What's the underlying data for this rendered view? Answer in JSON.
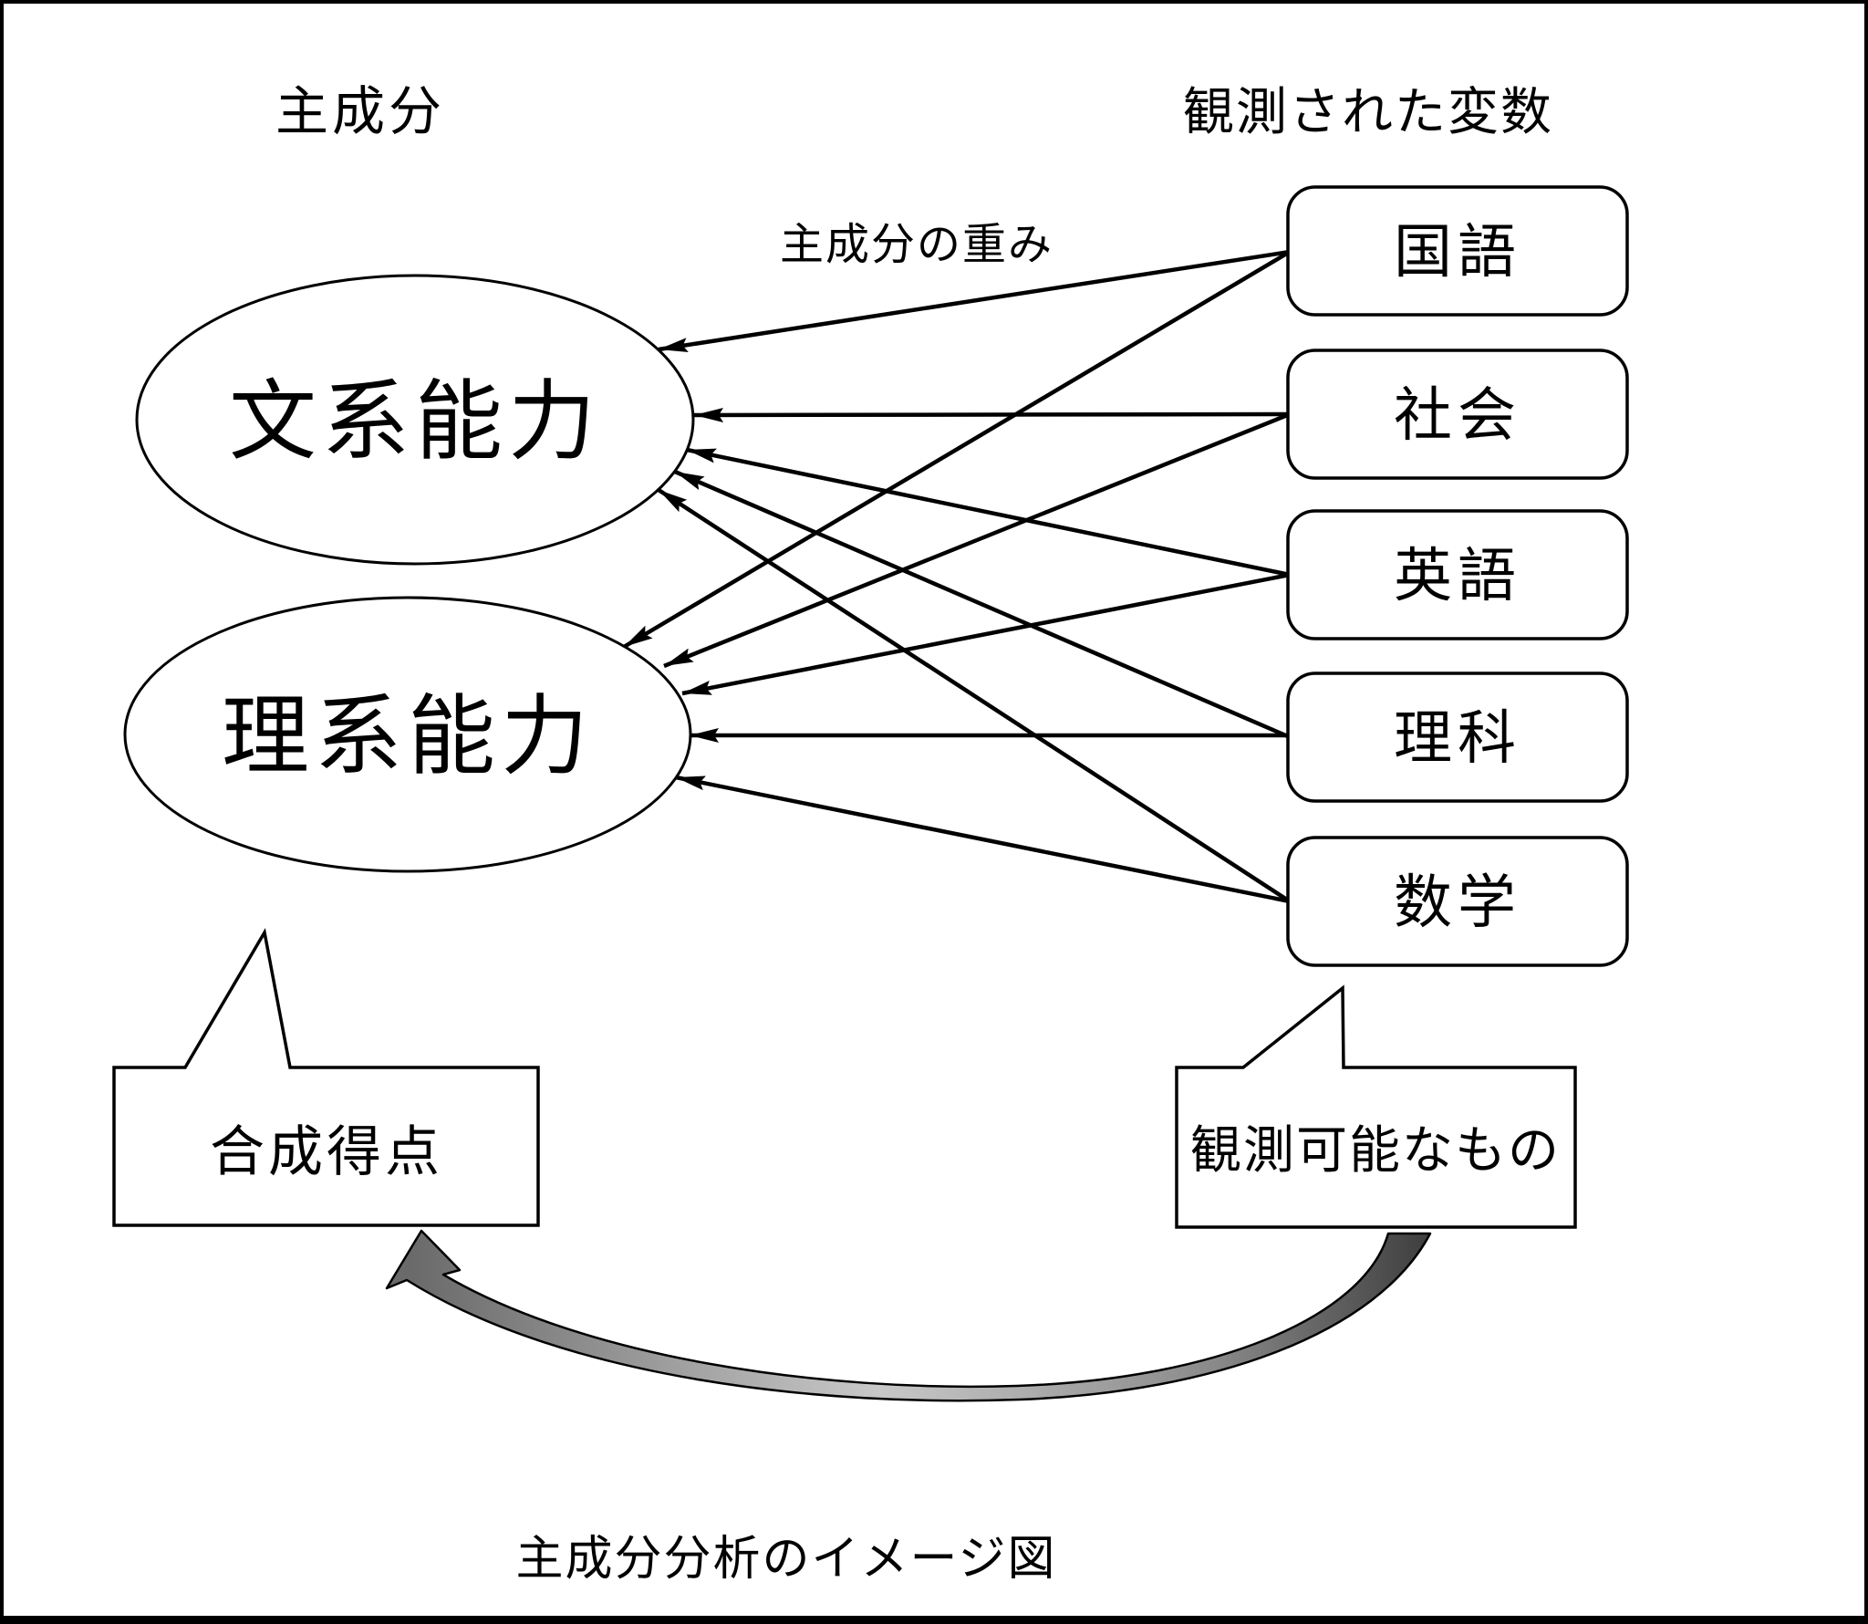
{
  "diagram": {
    "title_left": "主成分",
    "title_right": "観測された変数",
    "edge_label": "主成分の重み",
    "caption": "主成分分析のイメージ図",
    "components": [
      {
        "label": "文系能力"
      },
      {
        "label": "理系能力"
      }
    ],
    "variables": [
      {
        "label": "国語"
      },
      {
        "label": "社会"
      },
      {
        "label": "英語"
      },
      {
        "label": "理科"
      },
      {
        "label": "数学"
      }
    ],
    "callout_left": {
      "label": "合成得点"
    },
    "callout_right": {
      "label": "観測可能なもの"
    },
    "edges": [
      {
        "from": "国語",
        "to": "文系能力"
      },
      {
        "from": "社会",
        "to": "文系能力"
      },
      {
        "from": "英語",
        "to": "文系能力"
      },
      {
        "from": "理科",
        "to": "文系能力"
      },
      {
        "from": "数学",
        "to": "文系能力"
      },
      {
        "from": "国語",
        "to": "理系能力"
      },
      {
        "from": "社会",
        "to": "理系能力"
      },
      {
        "from": "英語",
        "to": "理系能力"
      },
      {
        "from": "理科",
        "to": "理系能力"
      },
      {
        "from": "数学",
        "to": "理系能力"
      }
    ],
    "colors": {
      "line": "#000000",
      "fill": "#ffffff",
      "ribbon_dark": "#3d3d3d",
      "ribbon_light": "#c8c8c8"
    }
  }
}
